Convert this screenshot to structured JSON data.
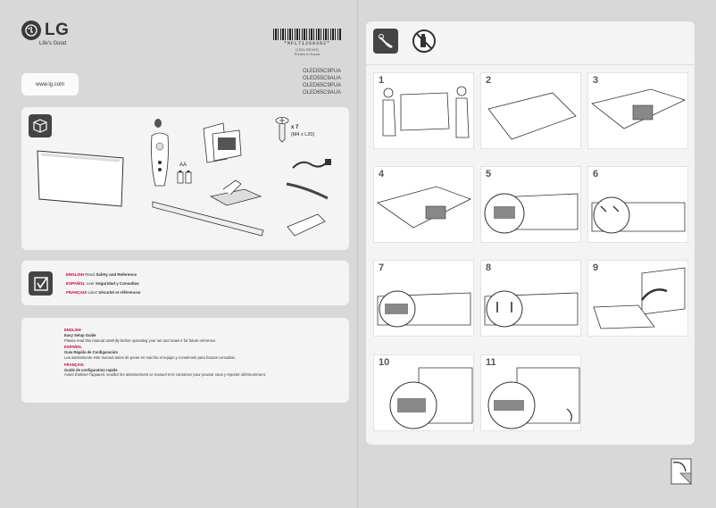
{
  "brand": {
    "name": "LG",
    "tagline": "Life's Good",
    "url": "www.lg.com"
  },
  "barcode": {
    "number": "*MFL71260302*",
    "sub_lines": [
      "(1901-REV02)",
      "Printed in Korea"
    ]
  },
  "models": [
    "OLED55C9PUA",
    "OLED55C9AUA",
    "OLED65C9PUA",
    "OLED65C9AUA"
  ],
  "box_contents": {
    "screw_count": "x 7",
    "screw_spec": "(M4 x L20)",
    "battery_label": "AA"
  },
  "safety": [
    {
      "lang": "ENGLISH",
      "prefix": "Read",
      "title": "Safety and Reference"
    },
    {
      "lang": "ESPAÑOL",
      "prefix": "Leer",
      "title": "Seguridad y Consultas"
    },
    {
      "lang": "FRANÇAIS",
      "prefix": "Lisez",
      "title": "Sécurité et références"
    }
  ],
  "guides": [
    {
      "lang": "ENGLISH",
      "title": "Easy Setup Guide",
      "text": "Please read this manual carefully before operating your set and retain it for future reference."
    },
    {
      "lang": "ESPAÑOL",
      "title": "Guía Rápida de Configuración",
      "text": "Lea atentamente este manual antes de poner en marcha el equipo y consérvelo para futuras consultas."
    },
    {
      "lang": "FRANÇAIS",
      "title": "Guide de configuration rapide",
      "text": "Avant d'utiliser l'appareil, veuillez lire attentivement ce manuel et le conserver pour pouvoir vous y reporter ultérieurement."
    }
  ],
  "steps": [
    "1",
    "2",
    "3",
    "4",
    "5",
    "6",
    "7",
    "8",
    "9",
    "10",
    "11"
  ],
  "icons": {
    "box": "box-icon",
    "safety": "checkbox-doc-icon",
    "cleaning": "hand-cloth-icon",
    "no_spray": "no-spray-icon",
    "page_turn": "page-turn-icon"
  }
}
